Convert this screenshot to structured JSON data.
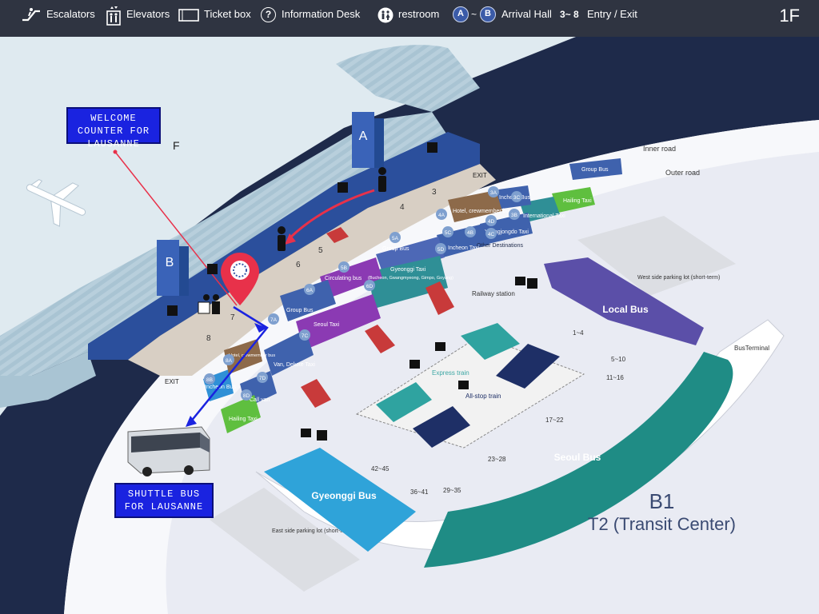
{
  "legend": {
    "escalators": "Escalators",
    "elevators": "Elevators",
    "ticket_box": "Ticket box",
    "information_desk": "Information Desk",
    "restroom": "restroom",
    "arrival_a": "A",
    "arrival_tilde": "~",
    "arrival_b": "B",
    "arrival_hall": "Arrival Hall",
    "entry_range": "3~ 8",
    "entry_exit": "Entry / Exit",
    "floor": "1F"
  },
  "callouts": {
    "welcome": "WELCOME COUNTER FOR LAUSANNE",
    "shuttle": "SHUTTLE BUS FOR LAUSANNE",
    "pin_color": "#e8314a",
    "callout_color": "#1a23e0"
  },
  "map": {
    "stray_letter": "F",
    "hall_a": "A",
    "hall_b": "B",
    "exit_top": "EXIT",
    "exit_bottom": "EXIT",
    "gates": [
      "3",
      "4",
      "5",
      "6",
      "7",
      "8"
    ],
    "roads": {
      "inner": "Inner road",
      "outer": "Outer road"
    },
    "bays": {
      "group_bus_top": "Group Bus",
      "hailing_taxi_top": "Hailing Taxi",
      "international_taxi": "International Taxi",
      "incheon_bus": "Incheon Bus",
      "hotel_bus_top": "Hotel, crewmember bus",
      "yeongjongdo_taxi": "Yeongjongdo Taxi",
      "other_destinations": "Other Destinations",
      "incheon_taxi": "Incheon Taxi",
      "gyeonggi_taxi": "Gyeonggi Taxi",
      "gyeonggi_taxi_sub": "(Bucheon, Gwangmyeong, Gimpo, Goyang)",
      "group_bus_5a": "Group Bus",
      "circulating_bus": "Circulating bus",
      "group_bus_mid": "Group Bus",
      "seoul_taxi": "Seoul Taxi",
      "van_deluxe_taxi": "Van, Deluxe Taxi",
      "call_van": "Call van",
      "hailing_taxi_bottom": "Hailing Taxi",
      "incheon_bus_bottom": "Incheon Bus",
      "hotel_bus_bottom": "Hotel, crewmember bus"
    },
    "bay_codes": [
      "3A",
      "3B",
      "3C",
      "4A",
      "4B",
      "4C",
      "4D",
      "5A",
      "5B",
      "5C",
      "5D",
      "6A",
      "6D",
      "7A",
      "7C",
      "7D",
      "8A",
      "8B",
      "8D"
    ],
    "west_parking": "West side parking lot (short-term)",
    "east_parking": "East side parking lot (short-term)",
    "railway_station": "Railway station",
    "express_train": "Express train",
    "all_stop_train": "All-stop train",
    "local_bus": "Local Bus",
    "seoul_bus": "Seoul Bus",
    "gyeonggi_bus": "Gyeonggi Bus",
    "bus_terminal": "BusTerminal",
    "stops": [
      "1~4",
      "5~10",
      "11~16",
      "17~22",
      "23~28",
      "29~35",
      "36~41",
      "42~45"
    ]
  },
  "transit": {
    "level": "B1",
    "name": "T2 (Transit Center)"
  }
}
